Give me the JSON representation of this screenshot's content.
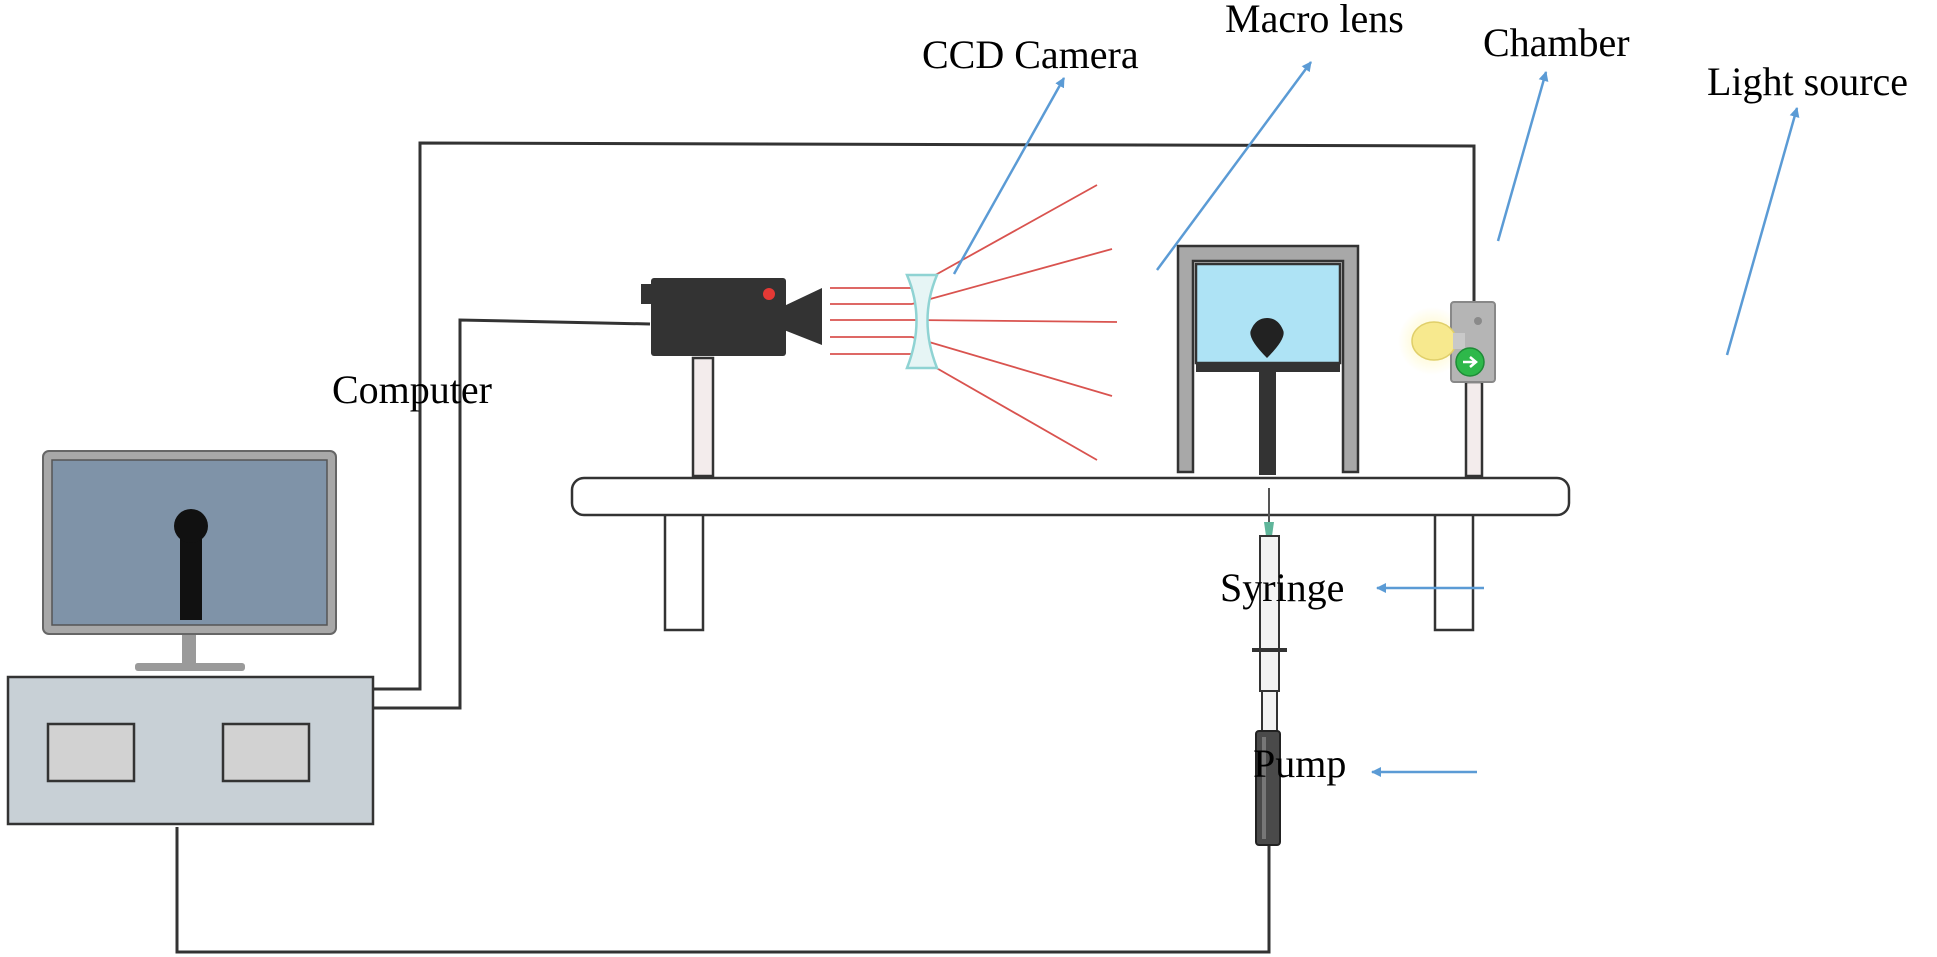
{
  "labels": {
    "ccd_camera": "CCD Camera",
    "macro_lens": "Macro lens",
    "chamber": "Chamber",
    "light_source": "Light source",
    "computer": "Computer",
    "syringe": "Syringe",
    "pump": "Pump"
  },
  "colors": {
    "arrow": "#5b9bd5",
    "cable": "#333333",
    "light_ray": "#d9534f",
    "monitor_screen": "#7f93a8",
    "chamber_window": "#aee3f5",
    "computer_case": "#c8d0d6",
    "camera_body": "#333333",
    "bulb": "#f7e98e",
    "switch": "#2eb84a"
  }
}
